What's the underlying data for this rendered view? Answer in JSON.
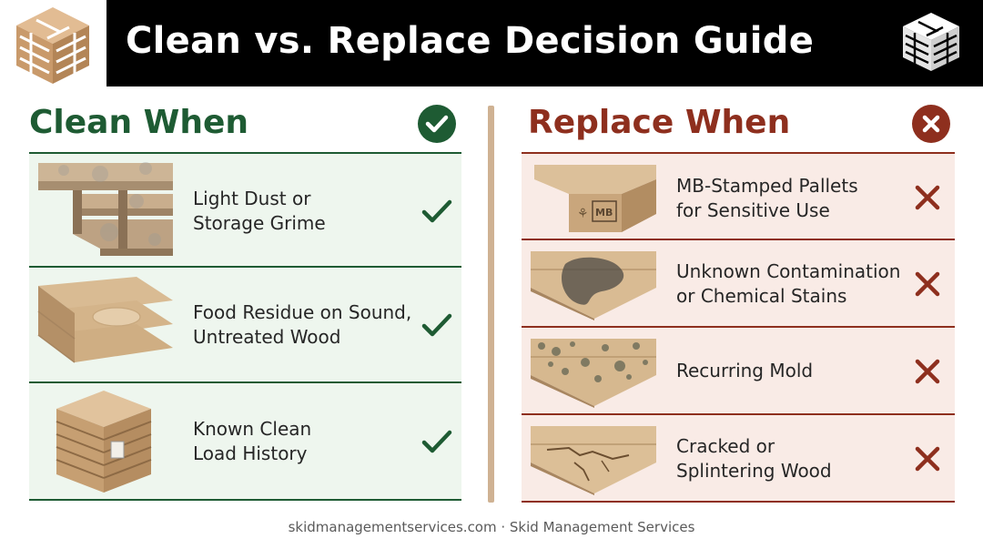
{
  "header": {
    "title": "Clean vs. Replace Decision Guide"
  },
  "clean": {
    "heading": "Clean When",
    "accent_color": "#1e5b33",
    "status_icon": "check-circle-icon",
    "items": [
      {
        "label": "Light Dust or\nStorage Grime",
        "image": "dusty-pallet-image",
        "icon": "check-icon"
      },
      {
        "label": "Food Residue on Sound,\nUntreated Wood",
        "image": "stained-board-image",
        "icon": "check-icon"
      },
      {
        "label": "Known Clean\nLoad History",
        "image": "pallet-stack-image",
        "icon": "check-icon"
      }
    ]
  },
  "replace": {
    "heading": "Replace When",
    "accent_color": "#8e2f1e",
    "status_icon": "x-circle-icon",
    "items": [
      {
        "label": "MB-Stamped Pallets\nfor Sensitive Use",
        "image": "mb-stamped-pallet-image",
        "stamp_text": "MB",
        "icon": "x-icon"
      },
      {
        "label": "Unknown Contamination\nor Chemical Stains",
        "image": "chemical-stain-image",
        "icon": "x-icon"
      },
      {
        "label": "Recurring Mold",
        "image": "mold-board-image",
        "icon": "x-icon"
      },
      {
        "label": "Cracked or\nSplintering Wood",
        "image": "cracked-board-image",
        "icon": "x-icon"
      }
    ]
  },
  "footer": {
    "text": "skidmanagementservices.com · Skid Management Services"
  }
}
